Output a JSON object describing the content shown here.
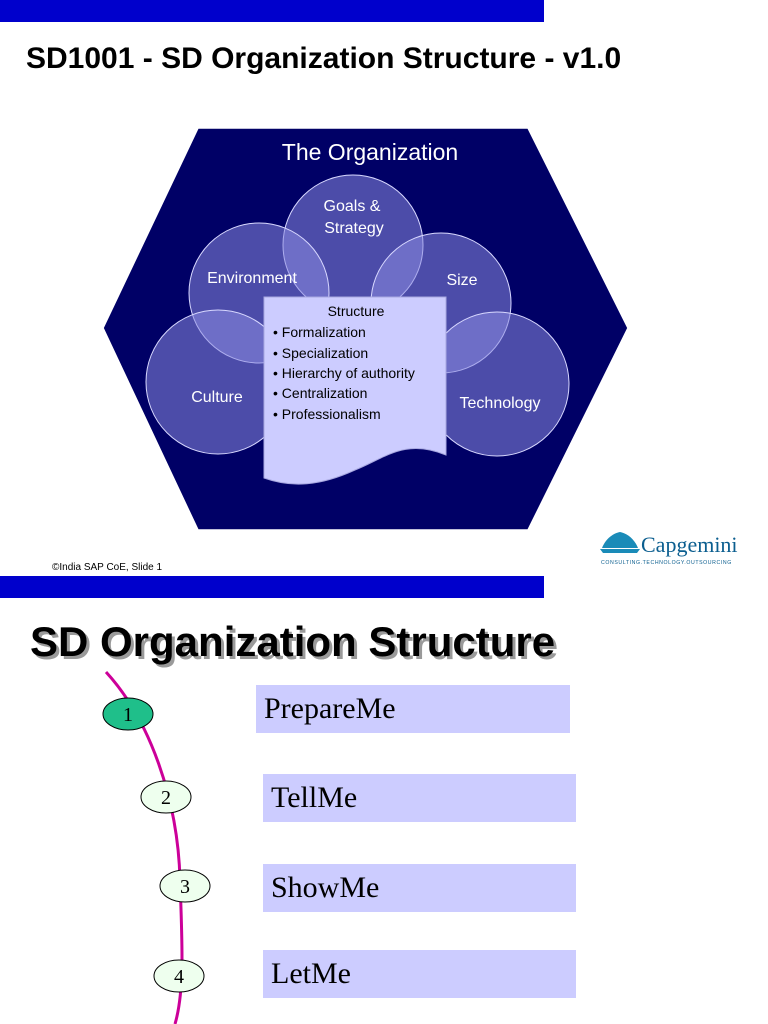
{
  "slide1": {
    "title": "SD1001 - SD Organization Structure - v1.0",
    "footer": "India SAP CoE, Slide 1",
    "footer_symbol": "©",
    "diagram": {
      "title": "The Organization",
      "circles": {
        "goals_line1": "Goals &",
        "goals_line2": "Strategy",
        "environment": "Environment",
        "size": "Size",
        "culture": "Culture",
        "technology": "Technology"
      },
      "structure": {
        "heading": "Structure",
        "items": [
          "• Formalization",
          "• Specialization",
          "• Hierarchy of authority",
          "• Centralization",
          "• Professionalism"
        ]
      }
    },
    "logo": {
      "name": "Capgemini",
      "tagline": "CONSULTING.TECHNOLOGY.OUTSOURCING"
    }
  },
  "slide2": {
    "title": "SD Organization Structure",
    "steps": [
      {
        "number": "1",
        "label": "PrepareMe"
      },
      {
        "number": "2",
        "label": "TellMe"
      },
      {
        "number": "3",
        "label": "ShowMe"
      },
      {
        "number": "4",
        "label": "LetMe"
      }
    ]
  },
  "colors": {
    "bar": "#0000cc",
    "hexagon": "#000066",
    "circle": "#7b7bd8",
    "item_box": "#ccccff",
    "path": "#cc0099",
    "step1": "#1fbf8a",
    "step_other": "#eeffee"
  }
}
